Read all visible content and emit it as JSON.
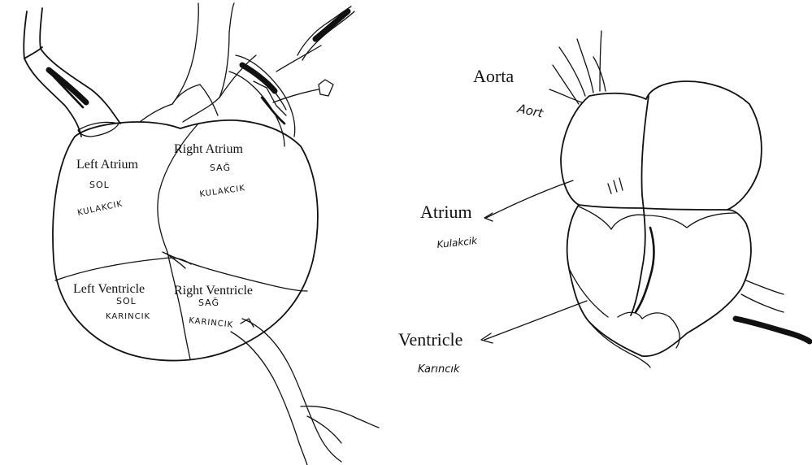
{
  "left_diagram": {
    "chambers": {
      "left_atrium": {
        "label": "Left Atrium",
        "turkish_1": "SOL",
        "turkish_2": "KULAKCIK"
      },
      "right_atrium": {
        "label": "Right Atrium",
        "turkish_1": "SAĞ",
        "turkish_2": "KULAKCIK"
      },
      "left_ventricle": {
        "label": "Left Ventricle",
        "turkish_1": "SOL",
        "turkish_2": "KARINCIK"
      },
      "right_ventricle": {
        "label": "Right Ventricle",
        "turkish_1": "SAĞ",
        "turkish_2": "KARINCIK"
      }
    }
  },
  "right_diagram": {
    "aorta": {
      "label": "Aorta",
      "turkish": "Aort"
    },
    "atrium": {
      "label": "Atrium",
      "turkish": "Kulakcik"
    },
    "ventricle": {
      "label": "Ventricle",
      "turkish": "Karıncık"
    }
  },
  "colors": {
    "ink": "#111111",
    "paper": "#ffffff"
  }
}
